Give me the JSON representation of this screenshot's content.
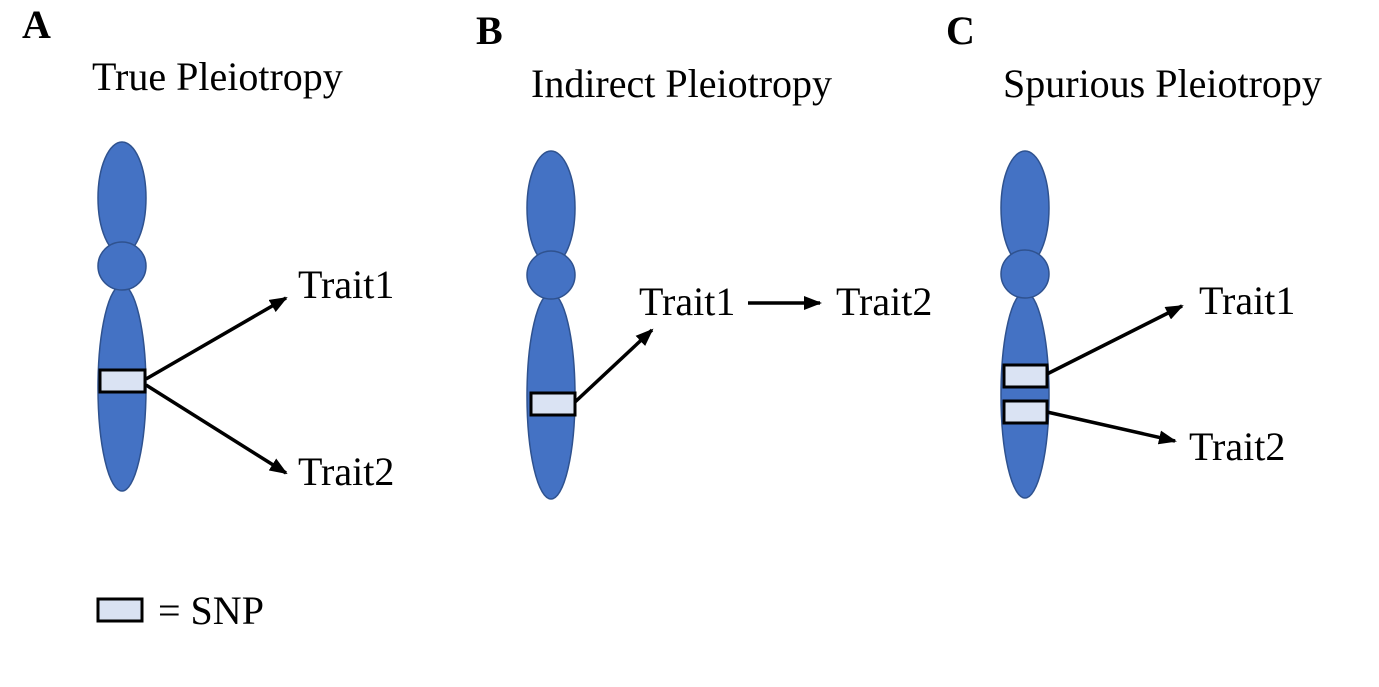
{
  "panels": [
    {
      "letter": "A",
      "title": "True Pleiotropy",
      "traits": [
        "Trait1",
        "Trait2"
      ]
    },
    {
      "letter": "B",
      "title": "Indirect Pleiotropy",
      "traits": [
        "Trait1",
        "Trait2"
      ]
    },
    {
      "letter": "C",
      "title": "Spurious Pleiotropy",
      "traits": [
        "Trait1",
        "Trait2"
      ]
    }
  ],
  "legend": {
    "label": "= SNP"
  },
  "colors": {
    "chromosome": "#4472c4",
    "chromosome_outline": "#2f528f",
    "snp_fill": "#dae3f3",
    "arrow": "#000000"
  }
}
